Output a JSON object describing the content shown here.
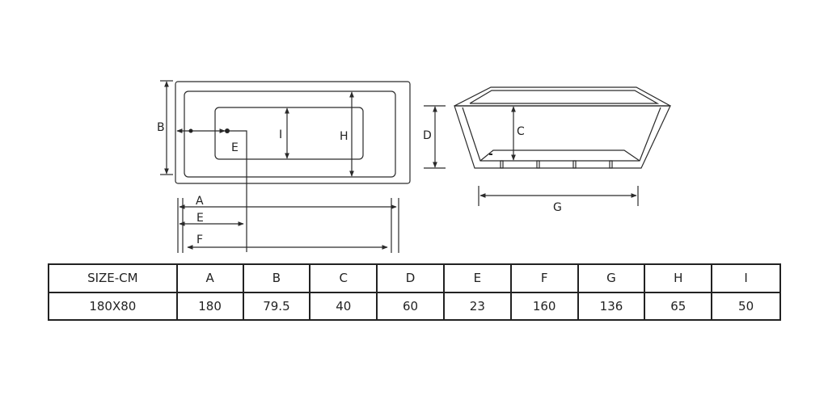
{
  "diagram": {
    "top_view_labels": {
      "b": "B",
      "e_point": "E",
      "i": "I",
      "h": "H",
      "a": "A",
      "e": "E",
      "f": "F"
    },
    "side_view_labels": {
      "d": "D",
      "c": "C",
      "g": "G"
    },
    "line_color": "#2a2a2a"
  },
  "table": {
    "headers": [
      "SIZE-CM",
      "A",
      "B",
      "C",
      "D",
      "E",
      "F",
      "G",
      "H",
      "I"
    ],
    "rows": [
      [
        "180X80",
        "180",
        "79.5",
        "40",
        "60",
        "23",
        "160",
        "136",
        "65",
        "50"
      ]
    ]
  }
}
